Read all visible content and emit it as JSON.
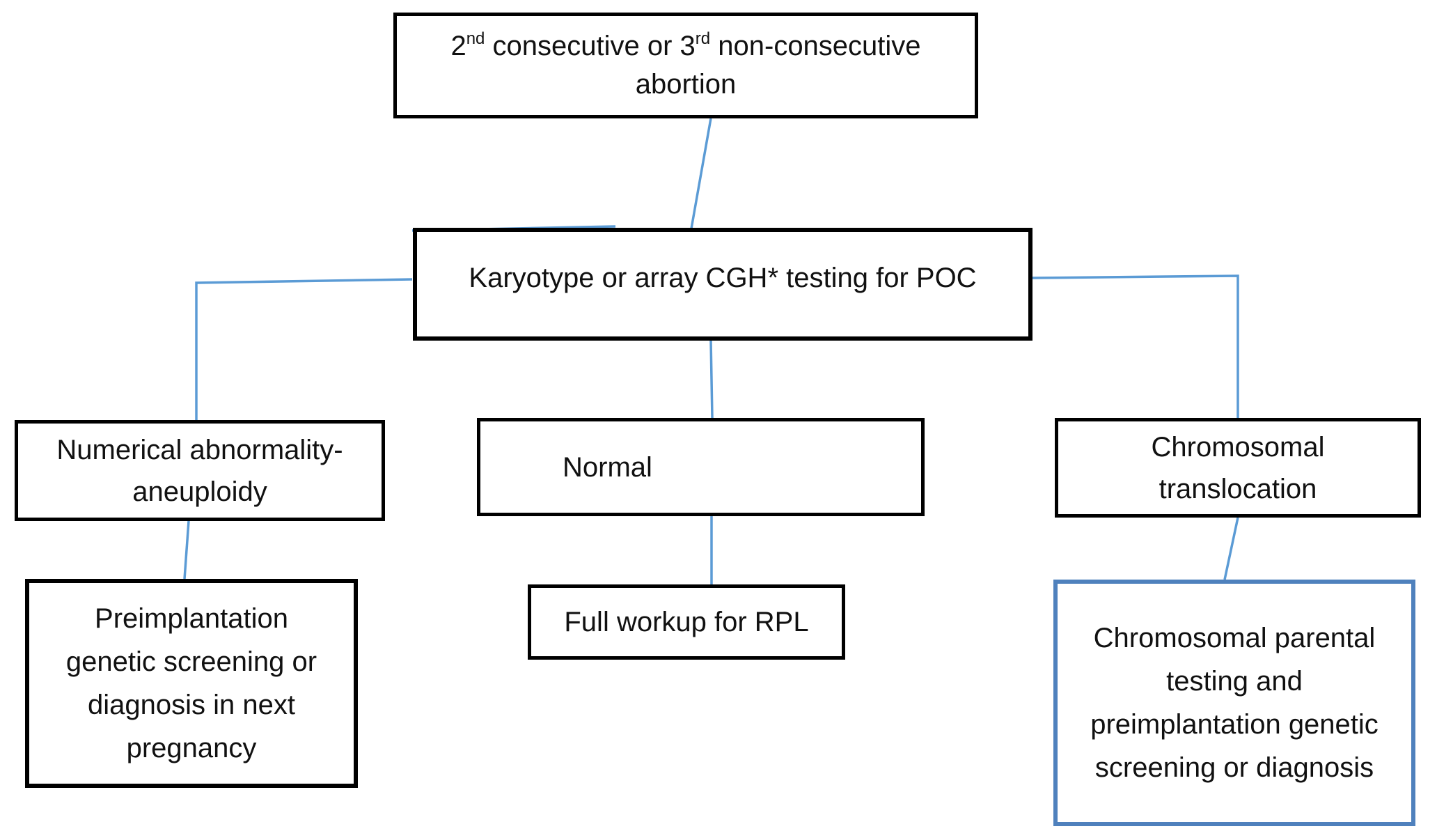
{
  "diagram": {
    "type": "flowchart",
    "colors": {
      "background": "#ffffff",
      "box_border": "#000000",
      "highlight_box_border": "#4f81bd",
      "connector": "#5b9bd5",
      "text": "#111111"
    },
    "boxes": {
      "abortion": {
        "line1_p1": "2",
        "line1_sup1": "nd",
        "line1_p2": " consecutive or 3",
        "line1_sup2": "rd",
        "line1_p3": " non-consecutive",
        "line2": "abortion"
      },
      "karyotype": {
        "label": "Karyotype or array CGH* testing for POC"
      },
      "numerical": {
        "label": "Numerical abnormality-\naneuploidy"
      },
      "normal": {
        "label": "Normal"
      },
      "translocation": {
        "label": "Chromosomal\ntranslocation"
      },
      "preimplantation": {
        "label": "Preimplantation\ngenetic screening or\ndiagnosis in next\npregnancy"
      },
      "full_workup": {
        "label": "Full workup for RPL"
      },
      "parental": {
        "label": "Chromosomal parental\ntesting and\npreimplantation genetic\nscreening or diagnosis"
      }
    },
    "edges": [
      {
        "from": "abortion",
        "to": "karyotype"
      },
      {
        "from": "karyotype",
        "to": "numerical"
      },
      {
        "from": "karyotype",
        "to": "normal"
      },
      {
        "from": "karyotype",
        "to": "translocation"
      },
      {
        "from": "numerical",
        "to": "preimplantation"
      },
      {
        "from": "normal",
        "to": "full_workup"
      },
      {
        "from": "translocation",
        "to": "parental"
      }
    ]
  }
}
